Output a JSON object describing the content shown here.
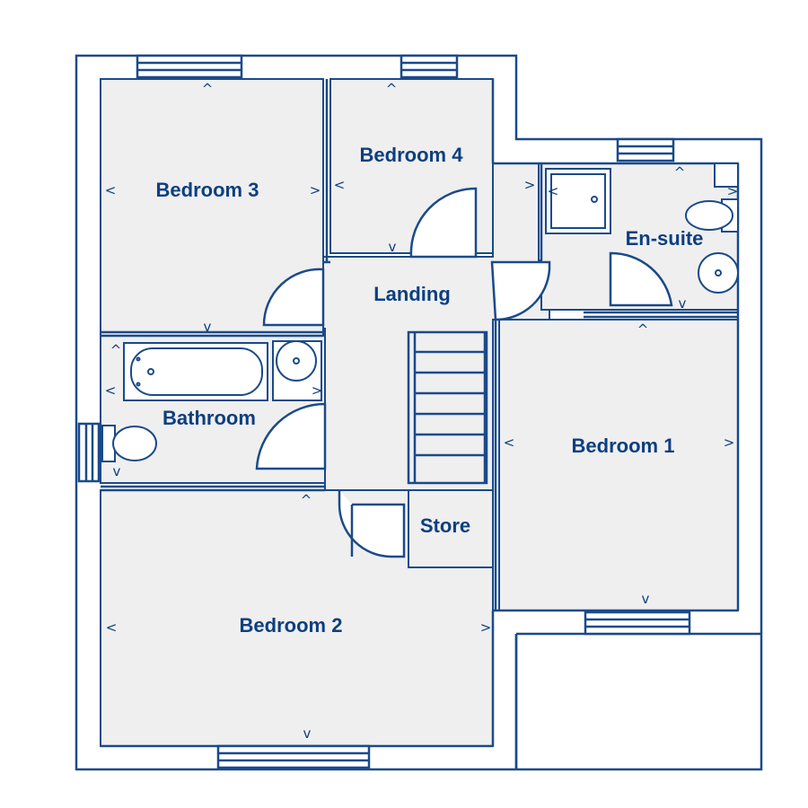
{
  "colors": {
    "wall": "#1a4a8a",
    "floor": "#efefef",
    "label": "#0d3f7f",
    "background": "#ffffff"
  },
  "rooms": {
    "bedroom_1": "Bedroom 1",
    "bedroom_2": "Bedroom 2",
    "bedroom_3": "Bedroom 3",
    "bedroom_4": "Bedroom 4",
    "landing": "Landing",
    "bathroom": "Bathroom",
    "en_suite": "En-suite",
    "store": "Store"
  },
  "markers": {
    "up": "^",
    "down": "v",
    "left": "<",
    "right": ">"
  }
}
